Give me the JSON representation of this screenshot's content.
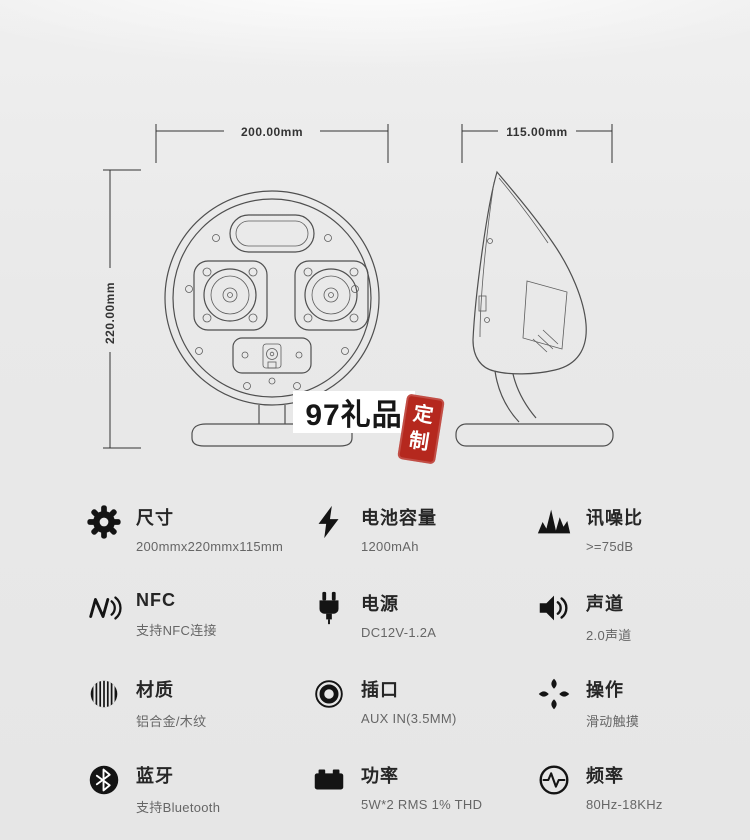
{
  "watermark": {
    "brand": "97礼品",
    "seal": {
      "top": "定",
      "bottom": "制"
    }
  },
  "dimensions": {
    "width": "200.00mm",
    "height": "220.00mm",
    "depth": "115.00mm"
  },
  "specs": [
    {
      "icon": "gear-icon",
      "title": "尺寸",
      "value": "200mmx220mmx115mm"
    },
    {
      "icon": "lightning-icon",
      "title": "电池容量",
      "value": "1200mAh"
    },
    {
      "icon": "waveform-icon",
      "title": "讯噪比",
      "value": ">=75dB"
    },
    {
      "icon": "nfc-icon",
      "title": "NFC",
      "value": "支持NFC连接"
    },
    {
      "icon": "plug-icon",
      "title": "电源",
      "value": "DC12V-1.2A"
    },
    {
      "icon": "speaker-icon",
      "title": "声道",
      "value": "2.0声道"
    },
    {
      "icon": "stripes-circle-icon",
      "title": "材质",
      "value": "铝合金/木纹"
    },
    {
      "icon": "ring-icon",
      "title": "插口",
      "value": "AUX IN(3.5MM)"
    },
    {
      "icon": "touch-icon",
      "title": "操作",
      "value": "滑动触摸"
    },
    {
      "icon": "bluetooth-icon",
      "title": "蓝牙",
      "value": "支持Bluetooth"
    },
    {
      "icon": "battery-icon",
      "title": "功率",
      "value": "5W*2 RMS 1% THD"
    },
    {
      "icon": "pulse-icon",
      "title": "频率",
      "value": "80Hz-18KHz"
    }
  ]
}
